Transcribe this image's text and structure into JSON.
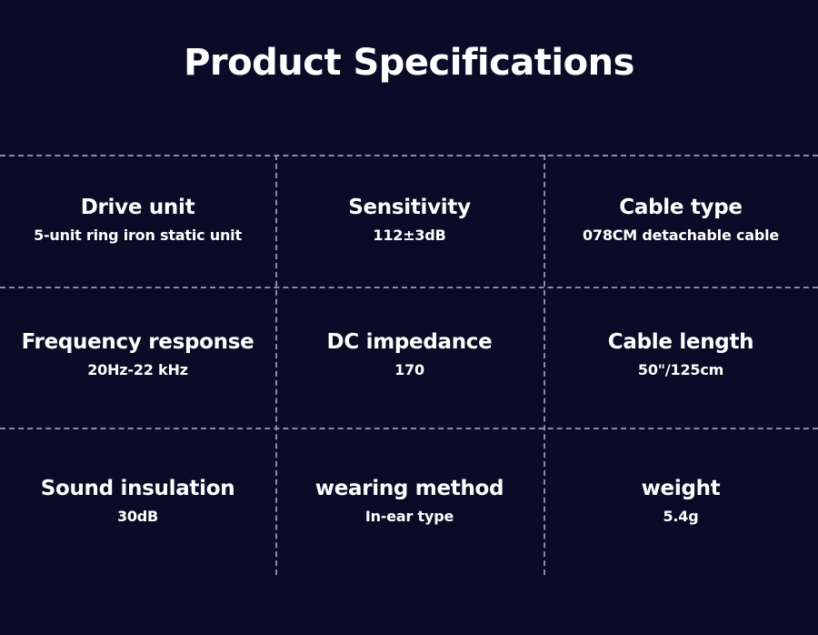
{
  "title": "Product Specifications",
  "specs": [
    {
      "label": "Drive unit",
      "value": "5-unit ring iron static unit"
    },
    {
      "label": "Sensitivity",
      "value": "112±3dB"
    },
    {
      "label": "Cable type",
      "value": "078CM detachable cable"
    },
    {
      "label": "Frequency response",
      "value": "20Hz-22 kHz"
    },
    {
      "label": "DC impedance",
      "value": "170"
    },
    {
      "label": "Cable length",
      "value": "50\"/125cm"
    },
    {
      "label": "Sound insulation",
      "value": "30dB"
    },
    {
      "label": "wearing method",
      "value": "In-ear type"
    },
    {
      "label": "weight",
      "value": "5.4g"
    }
  ]
}
